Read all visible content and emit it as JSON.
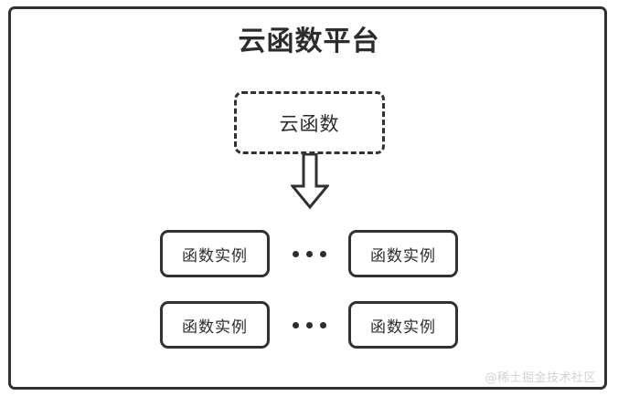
{
  "diagram": {
    "title": "云函数平台",
    "cloud_function": {
      "label": "云函数",
      "border_style": "dashed"
    },
    "arrow": {
      "icon": "block-arrow-down-icon",
      "direction": "down"
    },
    "ellipsis": {
      "glyph": "•",
      "dot_count": 3
    },
    "instance_rows": [
      {
        "left": {
          "label": "函数实例"
        },
        "right": {
          "label": "函数实例"
        }
      },
      {
        "left": {
          "label": "函数实例"
        },
        "right": {
          "label": "函数实例"
        }
      }
    ],
    "watermark": "@稀土掘金技术社区",
    "colors": {
      "stroke": "#313131",
      "text": "#2c2c2c",
      "background": "#ffffff",
      "watermark": "#d3d3d3"
    }
  }
}
